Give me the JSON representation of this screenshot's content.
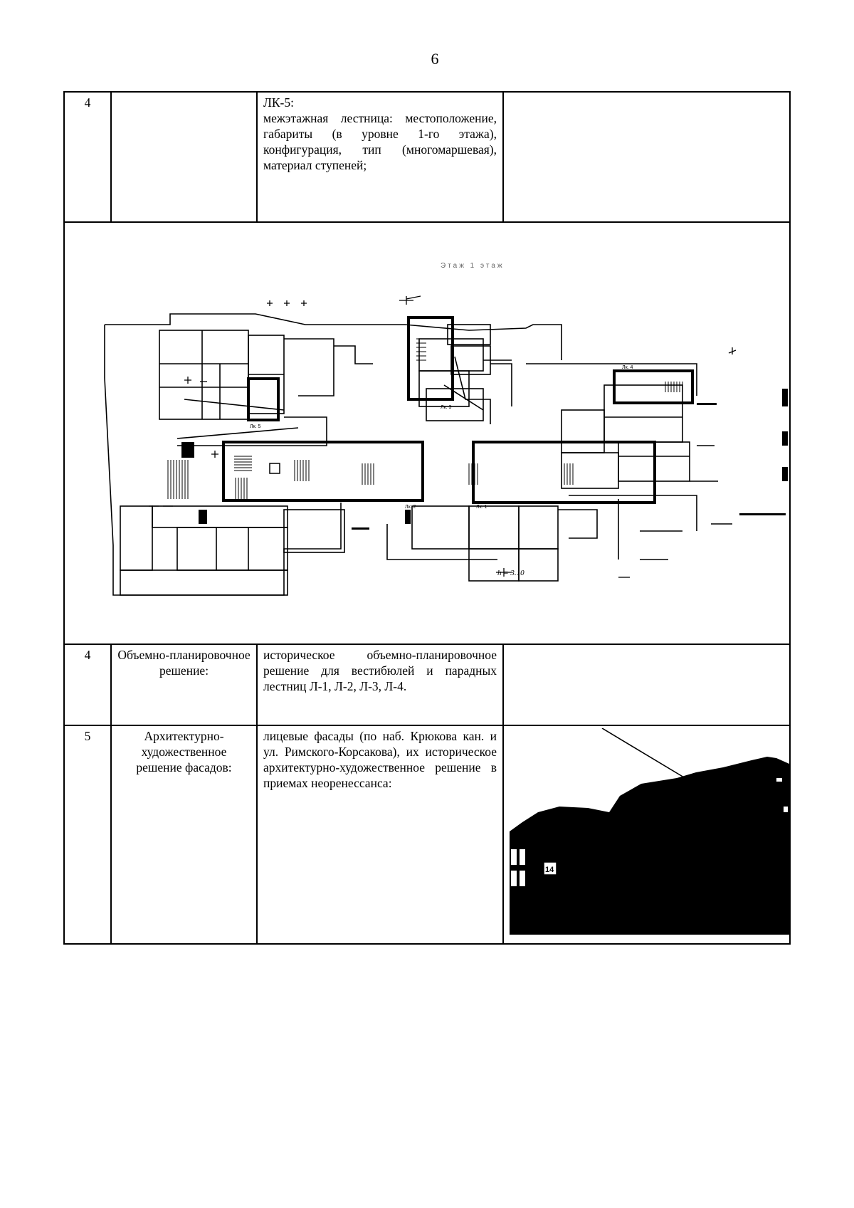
{
  "page": {
    "number": "6"
  },
  "rows": [
    {
      "num": "4",
      "name": "",
      "desc": "ЛК-5:\nмежэтажная лестница: местоположение, габариты (в уровне 1-го этажа), конфигурация, тип (многомаршевая), материал ступеней;"
    },
    {
      "num": "4",
      "name": "Объемно-планировочное решение:",
      "desc": "историческое объемно-планировочное решение для вестибюлей и парадных лестниц Л-1, Л-2, Л-3, Л-4."
    },
    {
      "num": "5",
      "name": "Архитектурно-художественное решение фасадов:",
      "desc": "лицевые фасады (по наб. Крюкова кан. и ул. Римского-Корсакова), их историческое архитектурно-художественное решение в приемах неоренессанса:"
    }
  ],
  "floor_plan": {
    "scan_text_caption": "Этаж 1 этаж",
    "scan_text_height": "h = 3.10",
    "label_lk1": "Лк. 1",
    "label_lk2": "Лк. 2",
    "label_lk3": "Лк. 3",
    "label_lk4": "Лк. 4",
    "label_lk5": "Лк. 5"
  },
  "photo": {
    "plaque_text": "14"
  }
}
